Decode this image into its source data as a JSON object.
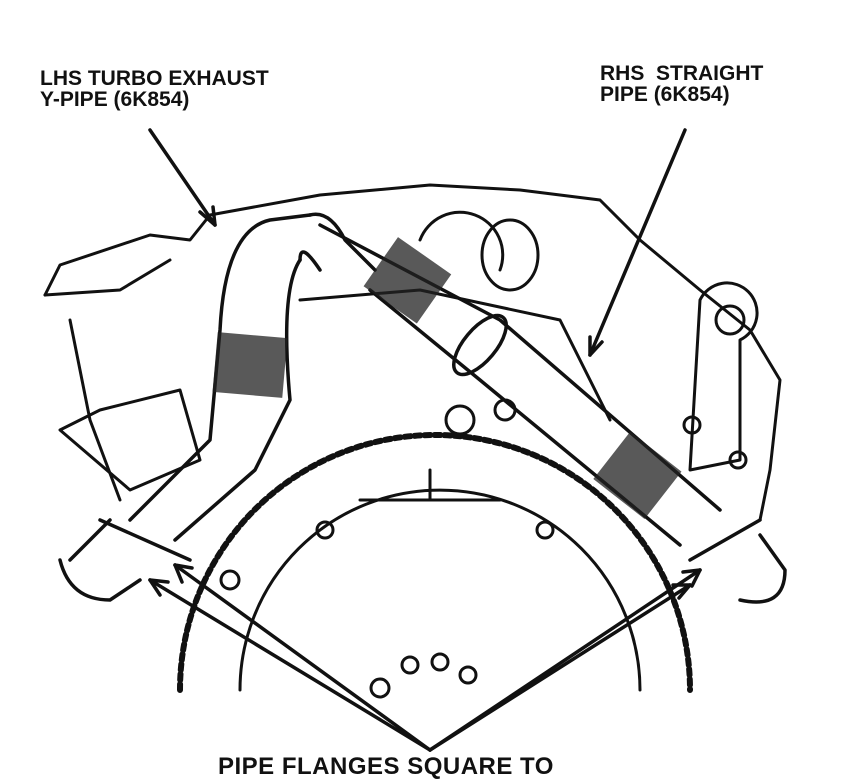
{
  "labels": {
    "lhs_line1": "LHS TURBO EXHAUST",
    "lhs_line2": "Y-PIPE (6K854)",
    "rhs_line1": "RHS  STRAIGHT",
    "rhs_line2": "PIPE (6K854)",
    "bottom": "PIPE FLANGES SQUARE TO"
  },
  "colors": {
    "ink": "#111111",
    "paper": "#ffffff"
  }
}
